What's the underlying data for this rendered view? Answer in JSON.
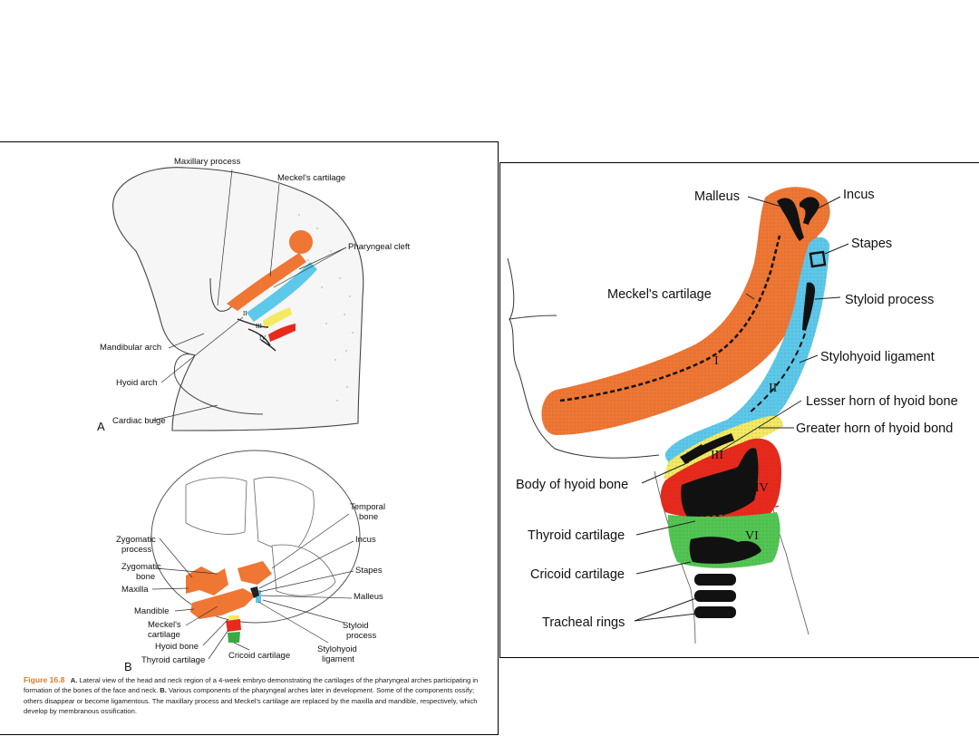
{
  "left_figure": {
    "panel_a": {
      "letter": "A",
      "labels": {
        "maxillary_process": "Maxillary process",
        "meckels_cartilage": "Meckel's cartilage",
        "pharyngeal_cleft": "Pharyngeal cleft",
        "mandibular_arch": "Mandibular arch",
        "hyoid_arch": "Hyoid arch",
        "cardiac_bulge": "Cardiac bulge"
      },
      "arch_numerals": [
        "II",
        "III",
        "IV"
      ]
    },
    "panel_b": {
      "letter": "B",
      "labels": {
        "temporal_bone_1": "Temporal",
        "temporal_bone_2": "bone",
        "zygomatic_process_1": "Zygomatic",
        "zygomatic_process_2": "process",
        "zygomatic_bone_1": "Zygomatic",
        "zygomatic_bone_2": "bone",
        "maxilla": "Maxilla",
        "mandible": "Mandible",
        "meckels_1": "Meckel's",
        "meckels_2": "cartilage",
        "hyoid_bone": "Hyoid bone",
        "thyroid_cartilage": "Thyroid cartilage",
        "cricoid_cartilage": "Cricoid cartilage",
        "incus": "Incus",
        "stapes": "Stapes",
        "malleus": "Malleus",
        "styloid_1": "Styloid",
        "styloid_2": "process",
        "stylohyoid_1": "Stylohyoid",
        "stylohyoid_2": "ligament"
      }
    },
    "caption": {
      "figure_label": "Figure 16.8",
      "a_marker": "A.",
      "a_text": " Lateral view of the head and neck region of a 4-week embryo demonstrating the cartilages of the pharyngeal arches participating in formation of the bones of the face and neck. ",
      "b_marker": "B.",
      "b_text": " Various components of the pharyngeal arches later in development. Some of the components ossify; others disappear or become ligamentous. The maxillary process and Meckel's cartilage are replaced by the maxilla and mandible, respectively, which develop by membranous ossification."
    }
  },
  "right_figure": {
    "labels": {
      "malleus": "Malleus",
      "incus": "Incus",
      "stapes": "Stapes",
      "meckels_cartilage": "Meckel's cartilage",
      "styloid_process": "Styloid process",
      "stylohyoid_ligament": "Stylohyoid ligament",
      "lesser_horn": "Lesser horn of hyoid bone",
      "greater_horn": "Greater horn of hyoid bond",
      "body_of_hyoid": "Body of hyoid bone",
      "thyroid_cartilage": "Thyroid cartilage",
      "cricoid_cartilage": "Cricoid cartilage",
      "tracheal_rings": "Tracheal rings"
    },
    "arch_numerals": [
      "I",
      "II",
      "III",
      "IV",
      "VI"
    ]
  },
  "colors": {
    "arch_1_orange": "#ef7633",
    "arch_2_blue": "#5cc8ea",
    "arch_3_yellow": "#f3ea62",
    "arch_4_red": "#e8291c",
    "arch_6_green": "#52c552",
    "figure_label_orange": "#e07a2a"
  }
}
